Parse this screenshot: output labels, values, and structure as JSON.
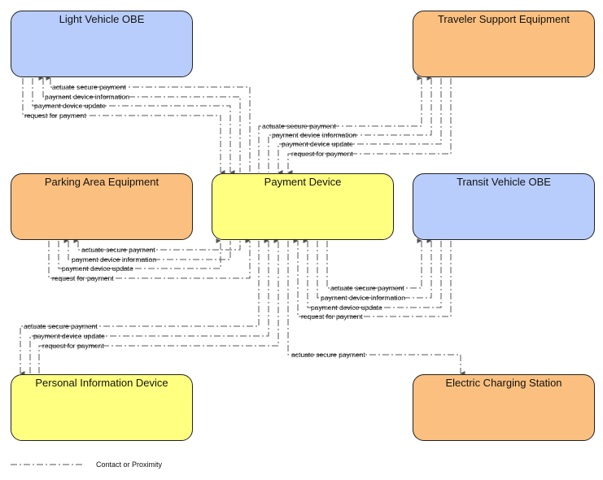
{
  "nodes": {
    "light_vehicle_obe": "Light Vehicle OBE",
    "traveler_support_equipment": "Traveler Support Equipment",
    "parking_area_equipment": "Parking Area Equipment",
    "payment_device": "Payment Device",
    "transit_vehicle_obe": "Transit Vehicle OBE",
    "personal_information_device": "Personal Information Device",
    "electric_charging_station": "Electric Charging Station"
  },
  "colors": {
    "blue": "#b8cdfb",
    "orange": "#fbc07f",
    "yellow": "#ffff80",
    "line": "#555555"
  },
  "flows": {
    "lvobe": [
      "actuate secure payment",
      "payment device information",
      "payment device update",
      "request for payment"
    ],
    "tse": [
      "actuate secure payment",
      "payment device information",
      "payment device update",
      "request for payment"
    ],
    "pae": [
      "actuate secure payment",
      "payment device information",
      "payment device update",
      "request for payment"
    ],
    "tvobe": [
      "actuate secure payment",
      "payment device information",
      "payment device update",
      "request for payment"
    ],
    "pid": [
      "actuate secure payment",
      "payment device update",
      "request for payment"
    ],
    "ecs": [
      "actuate secure payment"
    ]
  },
  "legend": {
    "label": "Contact or Proximity"
  }
}
